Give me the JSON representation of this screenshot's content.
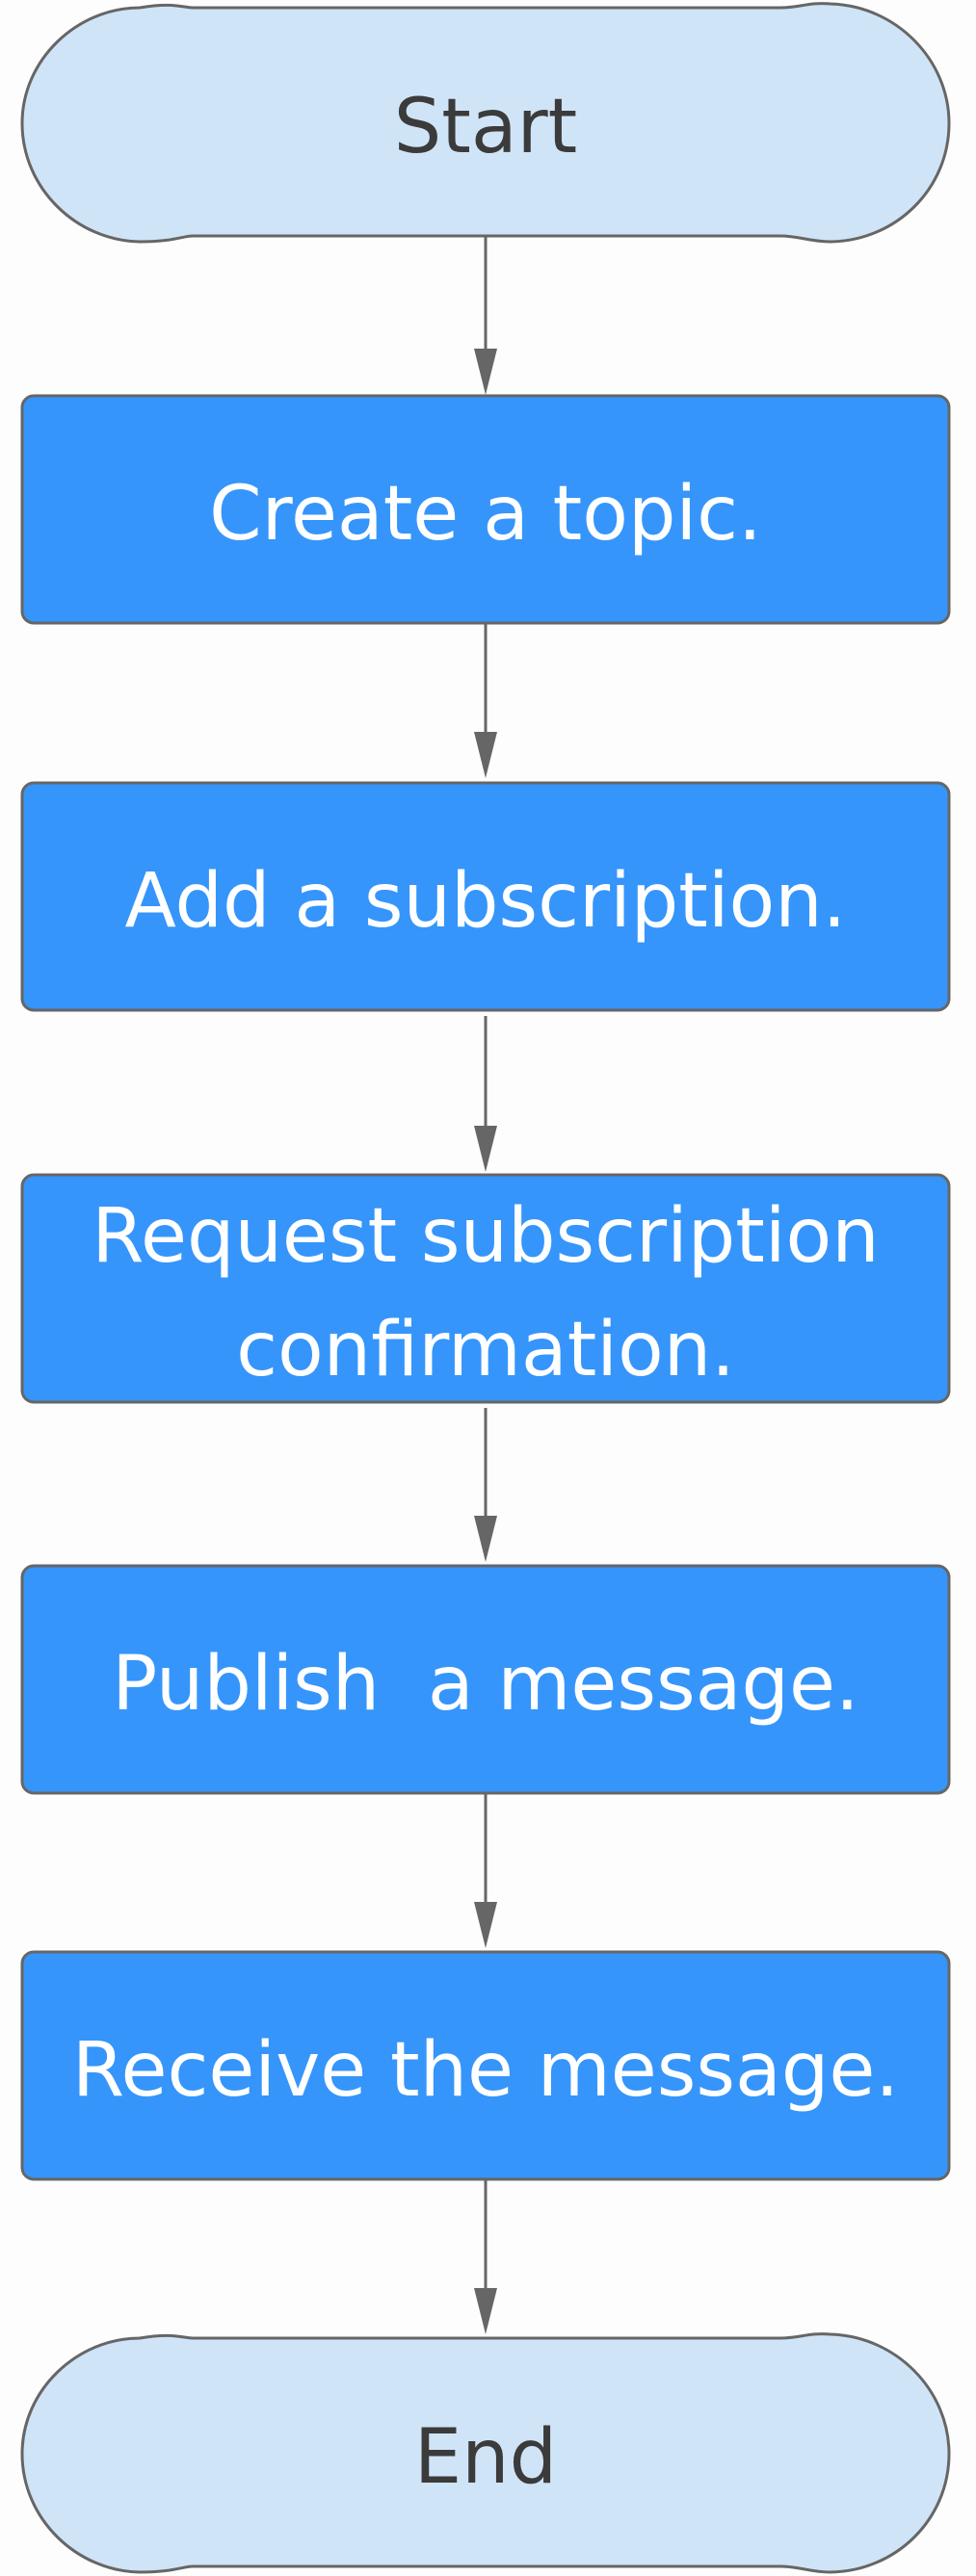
{
  "flowchart": {
    "start_label": "Start",
    "steps": [
      {
        "label": "Create a topic."
      },
      {
        "label": "Add a subscription."
      },
      {
        "lines": [
          "Request subscription",
          "confirmation."
        ]
      },
      {
        "label": "Publish  a message."
      },
      {
        "label": "Receive the message."
      }
    ],
    "end_label": "End"
  },
  "colors": {
    "terminator_fill": "#d0e4f8",
    "process_fill": "#3595fb",
    "stroke": "#666666",
    "terminator_text": "#3b3b3b",
    "process_text": "#ffffff"
  }
}
